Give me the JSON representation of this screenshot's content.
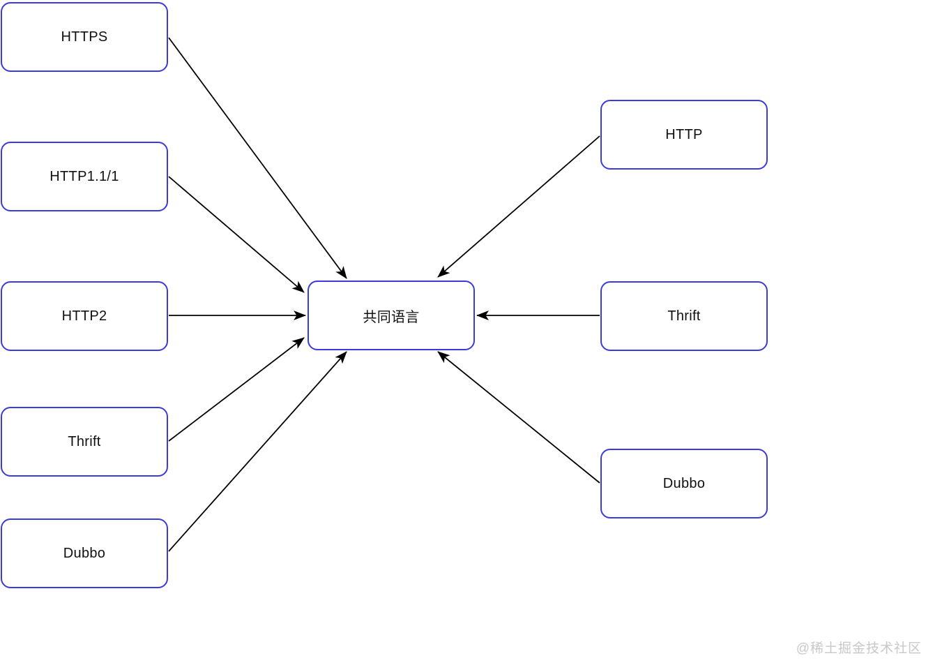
{
  "diagram": {
    "center_node": {
      "label": "共同语言"
    },
    "left_nodes": [
      {
        "label": "HTTPS"
      },
      {
        "label": "HTTP1.1/1"
      },
      {
        "label": "HTTP2"
      },
      {
        "label": "Thrift"
      },
      {
        "label": "Dubbo"
      }
    ],
    "right_nodes": [
      {
        "label": "HTTP"
      },
      {
        "label": "Thrift"
      },
      {
        "label": "Dubbo"
      }
    ],
    "edges_description": "All eight protocol nodes point with arrows into the central 共同语言 node"
  },
  "watermark": {
    "text": "@稀土掘金技术社区"
  },
  "colors": {
    "node_border": "#3B3BDC",
    "arrow": "#000000",
    "watermark": "#C8C8C8",
    "background": "#FFFFFF"
  }
}
